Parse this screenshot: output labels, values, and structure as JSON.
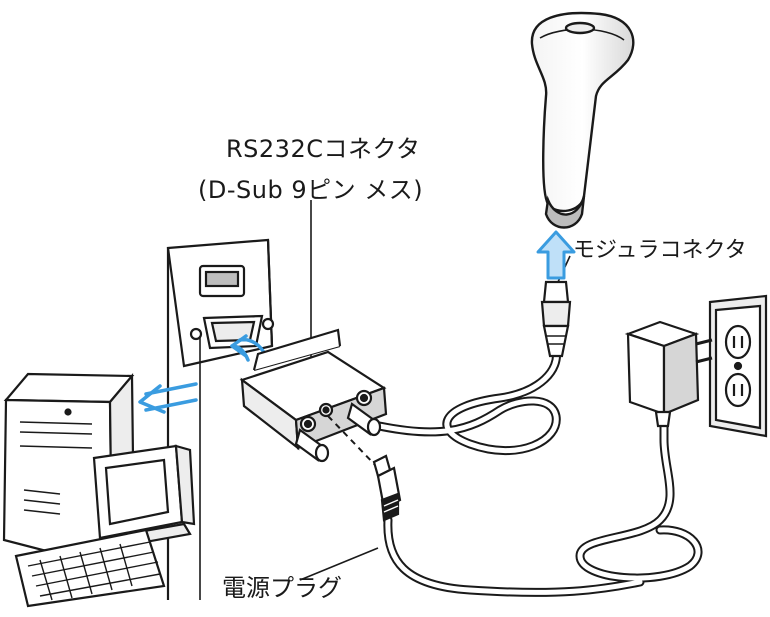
{
  "labels": {
    "rs232c_connector": "RS232Cコネクタ",
    "dsub_spec": "(D-Sub 9ピン メス)",
    "modular_connector": "モジュラコネクタ",
    "power_plug": "電源プラグ"
  },
  "colors": {
    "line": "#1a1a1a",
    "arrow_blue": "#3a9ce0",
    "arrow_blue_light": "#bfe0f8",
    "fill_white": "#ffffff",
    "fill_light_gray": "#ededed",
    "fill_mid_gray": "#bdbdbd"
  },
  "icons": [
    "barcode-scanner-icon",
    "desktop-computer-icon",
    "crt-monitor-icon",
    "keyboard-icon",
    "wall-outlet-icon",
    "ac-adapter-icon",
    "db9-connector-icon",
    "modular-connector-icon",
    "power-plug-icon",
    "blue-arrow-icon"
  ]
}
